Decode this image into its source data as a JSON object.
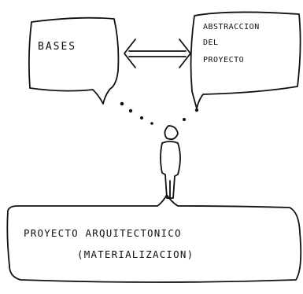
{
  "bubbles": {
    "left": {
      "text": "BASES"
    },
    "right": {
      "lines": [
        "ABSTRACCION",
        "DEL",
        "PROYECTO"
      ]
    }
  },
  "base_box": {
    "line1": "PROYECTO ARQUITECTONICO",
    "line2": "(MATERIALIZACION)"
  }
}
